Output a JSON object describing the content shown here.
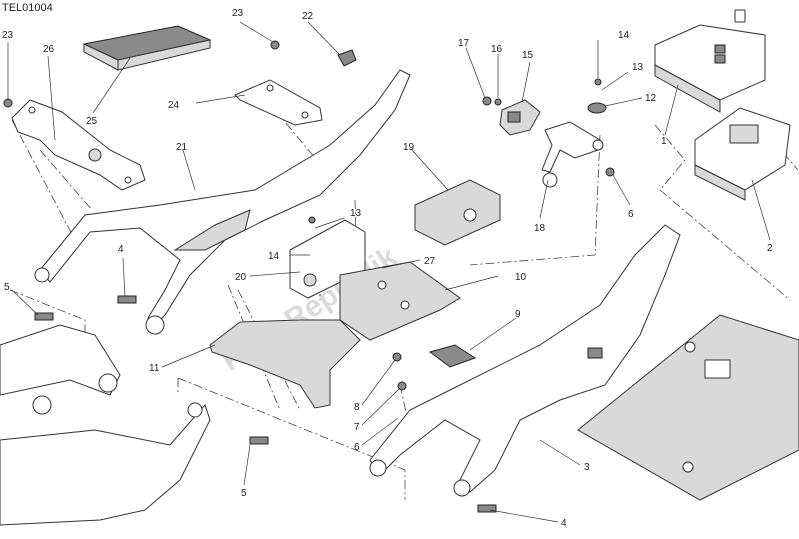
{
  "diagram_code": "TEL01004",
  "watermark": "PartsRepublik",
  "labels": [
    {
      "id": "l23a",
      "text": "23"
    },
    {
      "id": "l26",
      "text": "26"
    },
    {
      "id": "l25",
      "text": "25"
    },
    {
      "id": "l21",
      "text": "21"
    },
    {
      "id": "l23b",
      "text": "23"
    },
    {
      "id": "l22",
      "text": "22"
    },
    {
      "id": "l24",
      "text": "24"
    },
    {
      "id": "l17",
      "text": "17"
    },
    {
      "id": "l16",
      "text": "16"
    },
    {
      "id": "l15",
      "text": "15"
    },
    {
      "id": "l14a",
      "text": "14"
    },
    {
      "id": "l13a",
      "text": "13"
    },
    {
      "id": "l12",
      "text": "12"
    },
    {
      "id": "l1",
      "text": "1"
    },
    {
      "id": "l6a",
      "text": "6"
    },
    {
      "id": "l2",
      "text": "2"
    },
    {
      "id": "l19",
      "text": "19"
    },
    {
      "id": "l18",
      "text": "18"
    },
    {
      "id": "l13b",
      "text": "13"
    },
    {
      "id": "l14b",
      "text": "14"
    },
    {
      "id": "l20",
      "text": "20"
    },
    {
      "id": "l27",
      "text": "27"
    },
    {
      "id": "l10",
      "text": "10"
    },
    {
      "id": "l4a",
      "text": "4"
    },
    {
      "id": "l5a",
      "text": "5"
    },
    {
      "id": "l11",
      "text": "11"
    },
    {
      "id": "l9",
      "text": "9"
    },
    {
      "id": "l8",
      "text": "8"
    },
    {
      "id": "l7",
      "text": "7"
    },
    {
      "id": "l6b",
      "text": "6"
    },
    {
      "id": "l3",
      "text": "3"
    },
    {
      "id": "l5b",
      "text": "5"
    },
    {
      "id": "l4b",
      "text": "4"
    }
  ]
}
